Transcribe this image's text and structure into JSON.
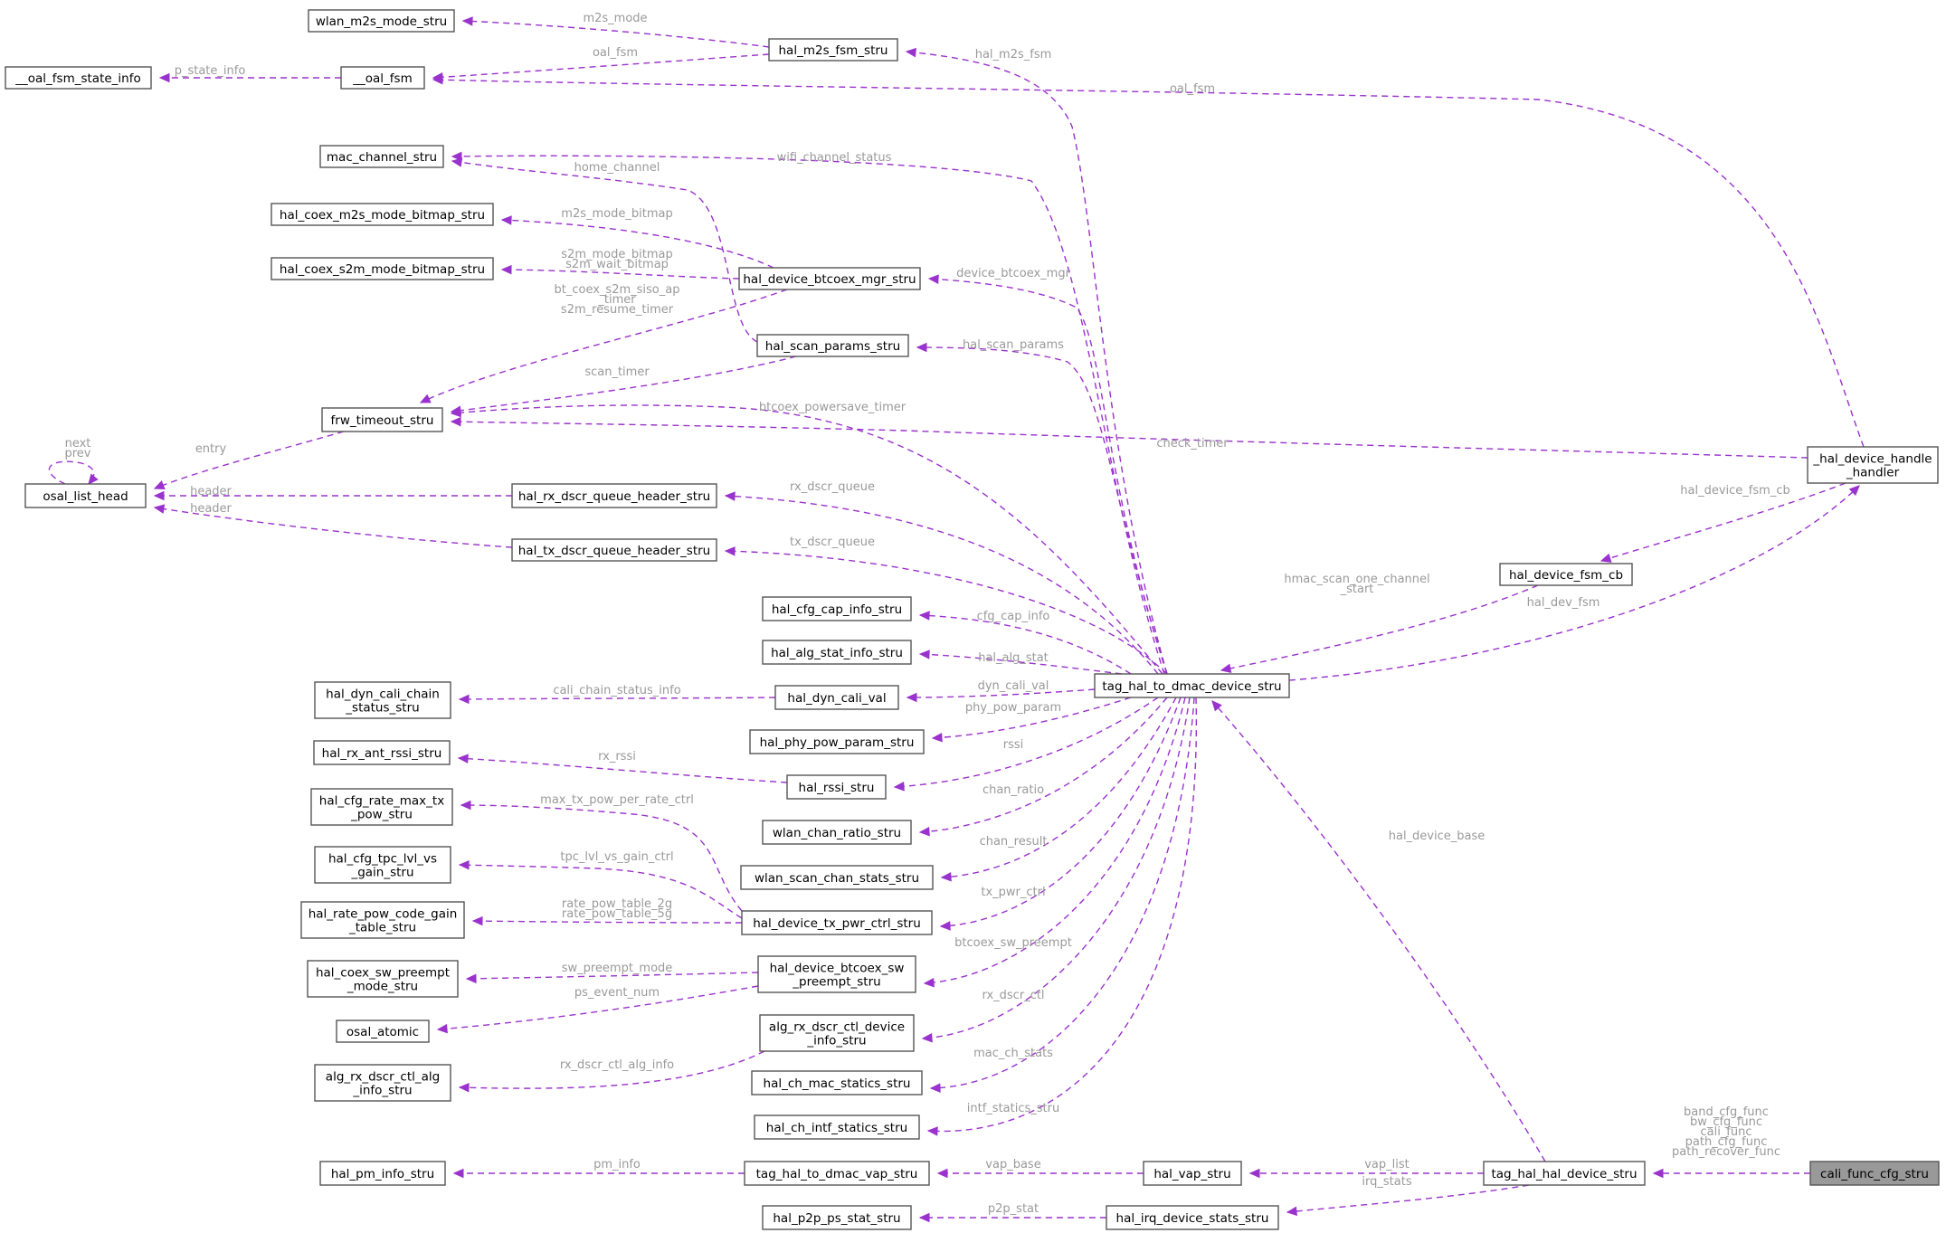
{
  "colors": {
    "edge": "#9a32cd",
    "edge_label": "#9a9a9a",
    "node_border": "#555555",
    "highlight_fill": "#999999"
  },
  "nodes": [
    {
      "id": "wlan_m2s_mode_stru",
      "lines": [
        "wlan_m2s_mode_stru"
      ]
    },
    {
      "id": "hal_m2s_fsm_stru",
      "lines": [
        "hal_m2s_fsm_stru"
      ]
    },
    {
      "id": "oal_fsm_state_info",
      "lines": [
        "__oal_fsm_state_info"
      ]
    },
    {
      "id": "oal_fsm",
      "lines": [
        "__oal_fsm"
      ]
    },
    {
      "id": "mac_channel_stru",
      "lines": [
        "mac_channel_stru"
      ]
    },
    {
      "id": "hal_coex_m2s_mode_bitmap_stru",
      "lines": [
        "hal_coex_m2s_mode_bitmap_stru"
      ]
    },
    {
      "id": "hal_coex_s2m_mode_bitmap_stru",
      "lines": [
        "hal_coex_s2m_mode_bitmap_stru"
      ]
    },
    {
      "id": "hal_device_btcoex_mgr_stru",
      "lines": [
        "hal_device_btcoex_mgr_stru"
      ]
    },
    {
      "id": "hal_scan_params_stru",
      "lines": [
        "hal_scan_params_stru"
      ]
    },
    {
      "id": "frw_timeout_stru",
      "lines": [
        "frw_timeout_stru"
      ]
    },
    {
      "id": "osal_list_head",
      "lines": [
        "osal_list_head"
      ]
    },
    {
      "id": "hal_rx_dscr_queue_header_stru",
      "lines": [
        "hal_rx_dscr_queue_header_stru"
      ]
    },
    {
      "id": "hal_tx_dscr_queue_header_stru",
      "lines": [
        "hal_tx_dscr_queue_header_stru"
      ]
    },
    {
      "id": "hal_device_handle_handler",
      "lines": [
        "_hal_device_handle",
        "_handler"
      ]
    },
    {
      "id": "hal_device_fsm_cb",
      "lines": [
        "hal_device_fsm_cb"
      ]
    },
    {
      "id": "hal_cfg_cap_info_stru",
      "lines": [
        "hal_cfg_cap_info_stru"
      ]
    },
    {
      "id": "hal_alg_stat_info_stru",
      "lines": [
        "hal_alg_stat_info_stru"
      ]
    },
    {
      "id": "tag_hal_to_dmac_device_stru",
      "lines": [
        "tag_hal_to_dmac_device_stru"
      ]
    },
    {
      "id": "hal_dyn_cali_chain_status_stru",
      "lines": [
        "hal_dyn_cali_chain",
        "_status_stru"
      ]
    },
    {
      "id": "hal_dyn_cali_val",
      "lines": [
        "hal_dyn_cali_val"
      ]
    },
    {
      "id": "hal_phy_pow_param_stru",
      "lines": [
        "hal_phy_pow_param_stru"
      ]
    },
    {
      "id": "hal_rx_ant_rssi_stru",
      "lines": [
        "hal_rx_ant_rssi_stru"
      ]
    },
    {
      "id": "hal_rssi_stru",
      "lines": [
        "hal_rssi_stru"
      ]
    },
    {
      "id": "hal_cfg_rate_max_tx_pow_stru",
      "lines": [
        "hal_cfg_rate_max_tx",
        "_pow_stru"
      ]
    },
    {
      "id": "wlan_chan_ratio_stru",
      "lines": [
        "wlan_chan_ratio_stru"
      ]
    },
    {
      "id": "hal_cfg_tpc_lvl_vs_gain_stru",
      "lines": [
        "hal_cfg_tpc_lvl_vs",
        "_gain_stru"
      ]
    },
    {
      "id": "wlan_scan_chan_stats_stru",
      "lines": [
        "wlan_scan_chan_stats_stru"
      ]
    },
    {
      "id": "hal_rate_pow_code_gain_table_stru",
      "lines": [
        "hal_rate_pow_code_gain",
        "_table_stru"
      ]
    },
    {
      "id": "hal_device_tx_pwr_ctrl_stru",
      "lines": [
        "hal_device_tx_pwr_ctrl_stru"
      ]
    },
    {
      "id": "hal_coex_sw_preempt_mode_stru",
      "lines": [
        "hal_coex_sw_preempt",
        "_mode_stru"
      ]
    },
    {
      "id": "hal_device_btcoex_sw_preempt_stru",
      "lines": [
        "hal_device_btcoex_sw",
        "_preempt_stru"
      ]
    },
    {
      "id": "osal_atomic",
      "lines": [
        "osal_atomic"
      ]
    },
    {
      "id": "alg_rx_dscr_ctl_device_info_stru",
      "lines": [
        "alg_rx_dscr_ctl_device",
        "_info_stru"
      ]
    },
    {
      "id": "alg_rx_dscr_ctl_alg_info_stru",
      "lines": [
        "alg_rx_dscr_ctl_alg",
        "_info_stru"
      ]
    },
    {
      "id": "hal_ch_mac_statics_stru",
      "lines": [
        "hal_ch_mac_statics_stru"
      ]
    },
    {
      "id": "hal_ch_intf_statics_stru",
      "lines": [
        "hal_ch_intf_statics_stru"
      ]
    },
    {
      "id": "hal_pm_info_stru",
      "lines": [
        "hal_pm_info_stru"
      ]
    },
    {
      "id": "tag_hal_to_dmac_vap_stru",
      "lines": [
        "tag_hal_to_dmac_vap_stru"
      ]
    },
    {
      "id": "hal_vap_stru",
      "lines": [
        "hal_vap_stru"
      ]
    },
    {
      "id": "tag_hal_hal_device_stru",
      "lines": [
        "tag_hal_hal_device_stru"
      ]
    },
    {
      "id": "cali_func_cfg_stru",
      "lines": [
        "cali_func_cfg_stru"
      ]
    },
    {
      "id": "hal_p2p_ps_stat_stru",
      "lines": [
        "hal_p2p_ps_stat_stru"
      ]
    },
    {
      "id": "hal_irq_device_stats_stru",
      "lines": [
        "hal_irq_device_stats_stru"
      ]
    }
  ],
  "edges": [
    {
      "from": "hal_m2s_fsm_stru",
      "to": "wlan_m2s_mode_stru",
      "label": [
        "m2s_mode"
      ]
    },
    {
      "from": "hal_m2s_fsm_stru",
      "to": "oal_fsm",
      "label": [
        "oal_fsm"
      ]
    },
    {
      "from": "oal_fsm",
      "to": "oal_fsm_state_info",
      "label": [
        "p_state_info"
      ]
    },
    {
      "from": "hal_device_handle_handler",
      "to": "oal_fsm",
      "label": [
        "oal_fsm"
      ]
    },
    {
      "from": "tag_hal_to_dmac_device_stru",
      "to": "hal_m2s_fsm_stru",
      "label": [
        "hal_m2s_fsm"
      ]
    },
    {
      "from": "tag_hal_to_dmac_device_stru",
      "to": "mac_channel_stru",
      "label": [
        "wifi_channel_status"
      ]
    },
    {
      "from": "hal_scan_params_stru",
      "to": "mac_channel_stru",
      "label": [
        "home_channel"
      ]
    },
    {
      "from": "hal_device_btcoex_mgr_stru",
      "to": "hal_coex_m2s_mode_bitmap_stru",
      "label": [
        "m2s_mode_bitmap"
      ]
    },
    {
      "from": "hal_device_btcoex_mgr_stru",
      "to": "hal_coex_s2m_mode_bitmap_stru",
      "label": [
        "s2m_mode_bitmap",
        "s2m_wait_bitmap"
      ]
    },
    {
      "from": "tag_hal_to_dmac_device_stru",
      "to": "hal_device_btcoex_mgr_stru",
      "label": [
        "device_btcoex_mgr"
      ]
    },
    {
      "from": "hal_device_btcoex_mgr_stru",
      "to": "frw_timeout_stru",
      "label": [
        "bt_coex_s2m_siso_ap",
        "_timer",
        "s2m_resume_timer"
      ]
    },
    {
      "from": "tag_hal_to_dmac_device_stru",
      "to": "hal_scan_params_stru",
      "label": [
        "hal_scan_params"
      ]
    },
    {
      "from": "hal_scan_params_stru",
      "to": "frw_timeout_stru",
      "label": [
        "scan_timer"
      ]
    },
    {
      "from": "tag_hal_to_dmac_device_stru",
      "to": "frw_timeout_stru",
      "label": [
        "btcoex_powersave_timer"
      ]
    },
    {
      "from": "hal_device_handle_handler",
      "to": "frw_timeout_stru",
      "label": [
        "check_timer"
      ]
    },
    {
      "from": "frw_timeout_stru",
      "to": "osal_list_head",
      "label": [
        "entry"
      ]
    },
    {
      "from": "osal_list_head",
      "to": "osal_list_head",
      "label": [
        "next",
        "prev"
      ]
    },
    {
      "from": "hal_rx_dscr_queue_header_stru",
      "to": "osal_list_head",
      "label": [
        "header"
      ]
    },
    {
      "from": "hal_tx_dscr_queue_header_stru",
      "to": "osal_list_head",
      "label": [
        "header"
      ]
    },
    {
      "from": "tag_hal_to_dmac_device_stru",
      "to": "hal_rx_dscr_queue_header_stru",
      "label": [
        "rx_dscr_queue"
      ]
    },
    {
      "from": "tag_hal_to_dmac_device_stru",
      "to": "hal_tx_dscr_queue_header_stru",
      "label": [
        "tx_dscr_queue"
      ]
    },
    {
      "from": "hal_device_handle_handler",
      "to": "hal_device_fsm_cb",
      "label": [
        "hal_device_fsm_cb"
      ]
    },
    {
      "from": "hal_device_fsm_cb",
      "to": "tag_hal_to_dmac_device_stru",
      "label": [
        "hmac_scan_one_channel",
        "_start"
      ]
    },
    {
      "from": "tag_hal_to_dmac_device_stru",
      "to": "hal_device_handle_handler",
      "label": [
        "hal_dev_fsm"
      ]
    },
    {
      "from": "tag_hal_to_dmac_device_stru",
      "to": "hal_cfg_cap_info_stru",
      "label": [
        "cfg_cap_info"
      ]
    },
    {
      "from": "tag_hal_to_dmac_device_stru",
      "to": "hal_alg_stat_info_stru",
      "label": [
        "hal_alg_stat"
      ]
    },
    {
      "from": "hal_dyn_cali_val",
      "to": "hal_dyn_cali_chain_status_stru",
      "label": [
        "cali_chain_status_info"
      ]
    },
    {
      "from": "tag_hal_to_dmac_device_stru",
      "to": "hal_dyn_cali_val",
      "label": [
        "dyn_cali_val"
      ]
    },
    {
      "from": "tag_hal_to_dmac_device_stru",
      "to": "hal_phy_pow_param_stru",
      "label": [
        "phy_pow_param"
      ]
    },
    {
      "from": "hal_rssi_stru",
      "to": "hal_rx_ant_rssi_stru",
      "label": [
        "rx_rssi"
      ]
    },
    {
      "from": "tag_hal_to_dmac_device_stru",
      "to": "hal_rssi_stru",
      "label": [
        "rssi"
      ]
    },
    {
      "from": "tag_hal_to_dmac_device_stru",
      "to": "wlan_chan_ratio_stru",
      "label": [
        "chan_ratio"
      ]
    },
    {
      "from": "tag_hal_to_dmac_device_stru",
      "to": "wlan_scan_chan_stats_stru",
      "label": [
        "chan_result"
      ]
    },
    {
      "from": "hal_device_tx_pwr_ctrl_stru",
      "to": "hal_cfg_rate_max_tx_pow_stru",
      "label": [
        "max_tx_pow_per_rate_ctrl"
      ]
    },
    {
      "from": "hal_device_tx_pwr_ctrl_stru",
      "to": "hal_cfg_tpc_lvl_vs_gain_stru",
      "label": [
        "tpc_lvl_vs_gain_ctrl"
      ]
    },
    {
      "from": "hal_device_tx_pwr_ctrl_stru",
      "to": "hal_rate_pow_code_gain_table_stru",
      "label": [
        "rate_pow_table_2g",
        "rate_pow_table_5g"
      ]
    },
    {
      "from": "tag_hal_to_dmac_device_stru",
      "to": "hal_device_tx_pwr_ctrl_stru",
      "label": [
        "tx_pwr_ctrl"
      ]
    },
    {
      "from": "hal_device_btcoex_sw_preempt_stru",
      "to": "hal_coex_sw_preempt_mode_stru",
      "label": [
        "sw_preempt_mode"
      ]
    },
    {
      "from": "hal_device_btcoex_sw_preempt_stru",
      "to": "osal_atomic",
      "label": [
        "ps_event_num"
      ]
    },
    {
      "from": "tag_hal_to_dmac_device_stru",
      "to": "hal_device_btcoex_sw_preempt_stru",
      "label": [
        "btcoex_sw_preempt"
      ]
    },
    {
      "from": "alg_rx_dscr_ctl_device_info_stru",
      "to": "alg_rx_dscr_ctl_alg_info_stru",
      "label": [
        "rx_dscr_ctl_alg_info"
      ]
    },
    {
      "from": "tag_hal_to_dmac_device_stru",
      "to": "alg_rx_dscr_ctl_device_info_stru",
      "label": [
        "rx_dscr_ctl"
      ]
    },
    {
      "from": "tag_hal_to_dmac_device_stru",
      "to": "hal_ch_mac_statics_stru",
      "label": [
        "mac_ch_stats"
      ]
    },
    {
      "from": "tag_hal_to_dmac_device_stru",
      "to": "hal_ch_intf_statics_stru",
      "label": [
        "intf_statics_stru"
      ]
    },
    {
      "from": "tag_hal_hal_device_stru",
      "to": "tag_hal_to_dmac_device_stru",
      "label": [
        "hal_device_base"
      ]
    },
    {
      "from": "tag_hal_to_dmac_vap_stru",
      "to": "hal_pm_info_stru",
      "label": [
        "pm_info"
      ]
    },
    {
      "from": "hal_vap_stru",
      "to": "tag_hal_to_dmac_vap_stru",
      "label": [
        "vap_base"
      ]
    },
    {
      "from": "tag_hal_hal_device_stru",
      "to": "hal_vap_stru",
      "label": [
        "vap_list"
      ]
    },
    {
      "from": "cali_func_cfg_stru",
      "to": "tag_hal_hal_device_stru",
      "label": [
        "band_cfg_func",
        "bw_cfg_func",
        "cali_func",
        "path_cfg_func",
        "path_recover_func"
      ]
    },
    {
      "from": "tag_hal_hal_device_stru",
      "to": "hal_irq_device_stats_stru",
      "label": [
        "irq_stats"
      ]
    },
    {
      "from": "hal_irq_device_stats_stru",
      "to": "hal_p2p_ps_stat_stru",
      "label": [
        "p2p_stat"
      ]
    }
  ]
}
